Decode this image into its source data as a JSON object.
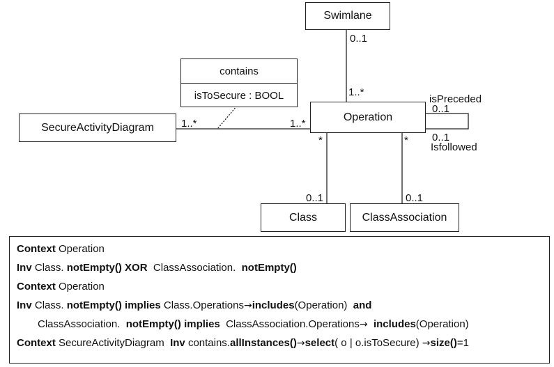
{
  "classes": {
    "swimlane": "Swimlane",
    "operation": "Operation",
    "secure_activity_diagram": "SecureActivityDiagram",
    "class": "Class",
    "class_association": "ClassAssociation"
  },
  "association_class": {
    "name": "contains",
    "attribute": "isToSecure : BOOL"
  },
  "multiplicities": {
    "swimlane_end": "0..1",
    "operation_swimlane_end": "1..*",
    "sad_end": "1..*",
    "operation_sad_end": "1..*",
    "is_preceded_mult": "0..1",
    "is_followed_mult": "0..1",
    "op_class_star": "*",
    "op_assoc_star": "*",
    "class_end": "0..1",
    "class_association_end": "0..1"
  },
  "roles": {
    "is_preceded": "isPreceded",
    "is_followed": "Isfollowed"
  },
  "ocl": {
    "line1_kw": "Context",
    "line1_rest": "Operation",
    "line2_kw": "Inv",
    "line2_a": "Class.",
    "line2_b": "notEmpty()",
    "line2_c": "XOR",
    "line2_d": "ClassAssociation.",
    "line2_e": "notEmpty()",
    "line3_kw": "Context",
    "line3_rest": "Operation",
    "line4_kw": "Inv",
    "line4_a": "Class.",
    "line4_b": "notEmpty()",
    "line4_c": "implies",
    "line4_d": "Class.Operations",
    "line4_arrow": "→",
    "line4_e": "includes",
    "line4_f": "(Operation)",
    "line4_g": "and",
    "line5_a": "ClassAssociation.",
    "line5_b": "notEmpty()",
    "line5_c": "implies",
    "line5_d": "ClassAssociation.Operations",
    "line5_arrow": "→",
    "line5_e": "includes",
    "line5_f": "(Operation)",
    "line6_kw": "Context",
    "line6_a": "SecureActivityDiagram",
    "line6_b": "Inv",
    "line6_c": "contains.",
    "line6_d": "allInstances()",
    "line6_arrow": "→",
    "line6_e": "select",
    "line6_f": "( o | o.isToSecure)",
    "line6_arrow2": "→",
    "line6_g": "size()",
    "line6_h": "=1"
  }
}
